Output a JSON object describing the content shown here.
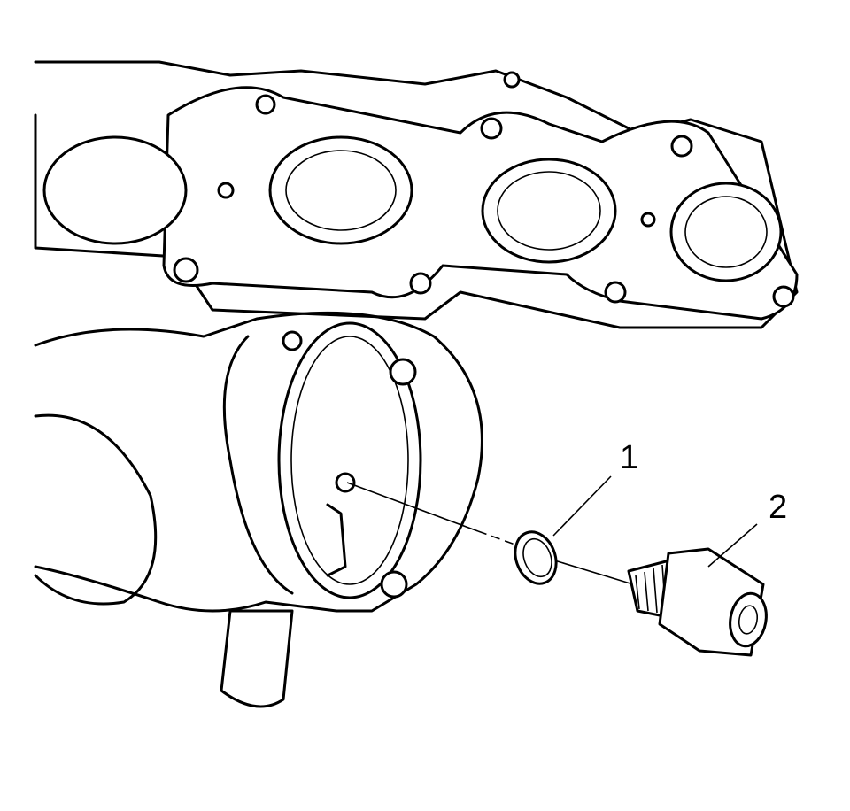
{
  "callouts": [
    {
      "label": "1",
      "part": "washer"
    },
    {
      "label": "2",
      "part": "fitting"
    }
  ],
  "colors": {
    "line": "#000000",
    "background": "#ffffff"
  }
}
